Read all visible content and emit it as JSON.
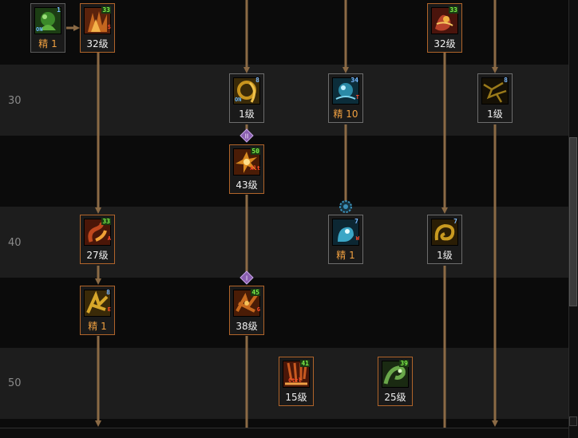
{
  "rows": [
    {
      "label": "30"
    },
    {
      "label": "40"
    },
    {
      "label": "50"
    }
  ],
  "skills": {
    "s1": {
      "level": "精  1",
      "req": "1",
      "on": "ON",
      "hotkey": "",
      "icon": "green-bear-icon",
      "accent": "#3c8a2a"
    },
    "s2": {
      "level": "32级",
      "req": "33",
      "on": "",
      "hotkey": "S",
      "icon": "fire-claw-icon",
      "accent": "#c5661f"
    },
    "s3": {
      "level": "32级",
      "req": "33",
      "on": "",
      "hotkey": "",
      "icon": "flame-dragon-icon",
      "accent": "#b8422a"
    },
    "s4": {
      "level": "1级",
      "req": "8",
      "on": "ON",
      "hotkey": "",
      "icon": "golden-ring-icon",
      "accent": "#c8941e"
    },
    "s5": {
      "level": "精 10",
      "req": "34",
      "on": "",
      "hotkey": "T",
      "icon": "frost-orb-icon",
      "accent": "#2b8aa6"
    },
    "s6": {
      "level": "1级",
      "req": "8",
      "on": "",
      "hotkey": "",
      "icon": "cracked-gold-icon",
      "accent": "#9a7a1a"
    },
    "s7": {
      "level": "43级",
      "req": "50",
      "on": "",
      "hotkey": "Alt",
      "icon": "explosion-icon",
      "accent": "#d8891f"
    },
    "s8": {
      "level": "27级",
      "req": "33",
      "on": "",
      "hotkey": "A",
      "icon": "fire-serpent-icon",
      "accent": "#c0481e"
    },
    "s9": {
      "level": "精  1",
      "req": "7",
      "on": "",
      "hotkey": "W",
      "icon": "ice-beast-icon",
      "accent": "#3ba6c6"
    },
    "s10": {
      "level": "1级",
      "req": "7",
      "on": "",
      "hotkey": "",
      "icon": "gold-coil-icon",
      "accent": "#c99a20"
    },
    "s11": {
      "level": "精  1",
      "req": "8",
      "on": "",
      "hotkey": "E",
      "icon": "gold-sigil-icon",
      "accent": "#d7a72a"
    },
    "s12": {
      "level": "38级",
      "req": "45",
      "on": "",
      "hotkey": "G",
      "icon": "fire-sigil-icon",
      "accent": "#c86a1e"
    },
    "s13": {
      "level": "15级",
      "req": "41",
      "on": "",
      "hotkey": "Ctrl",
      "icon": "fire-rain-icon",
      "accent": "#c85a20"
    },
    "s14": {
      "level": "25级",
      "req": "39",
      "on": "",
      "hotkey": "",
      "icon": "wind-beast-icon",
      "accent": "#6aa84a"
    }
  },
  "markers": {
    "m1": {
      "label": "II"
    },
    "m2": {
      "label": "I"
    }
  },
  "colors": {
    "connector": "#8b6a45",
    "band": "#1d1d1d",
    "background": "#0b0b0b",
    "marker": "#8a5fb0",
    "gear": "#3a8fb8"
  }
}
